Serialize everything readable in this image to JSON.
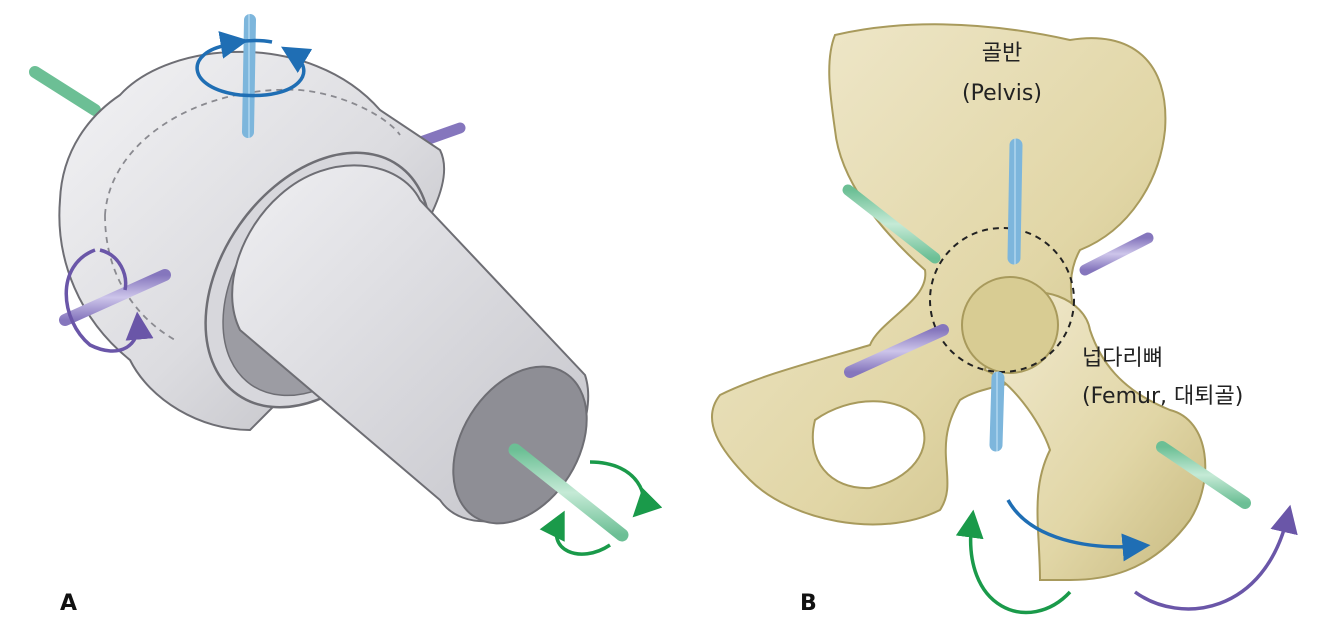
{
  "panels": {
    "a": {
      "letter": "A"
    },
    "b": {
      "letter": "B"
    }
  },
  "labels": {
    "pelvis_ko": "골반",
    "pelvis_en": "(Pelvis)",
    "femur_ko": "넙다리뼈",
    "femur_en": "(Femur, 대퇴골)"
  },
  "colors": {
    "axis_vertical": "#a9d3ee",
    "axis_longitudinal": "#93cfb0",
    "axis_transverse": "#a79ad1",
    "arrow_blue": "#1f6eb4",
    "arrow_green": "#1a9a4a",
    "arrow_purple": "#6a56a8",
    "bone_fill": "#e6ddb0",
    "bone_shade": "#c9bd85",
    "cylinder_fill": "#e4e4e7",
    "cylinder_edge": "#7a7a80"
  },
  "icons": {
    "rotation_arrow": "curved-arrow-icon",
    "axis_rod": "rod-icon"
  }
}
